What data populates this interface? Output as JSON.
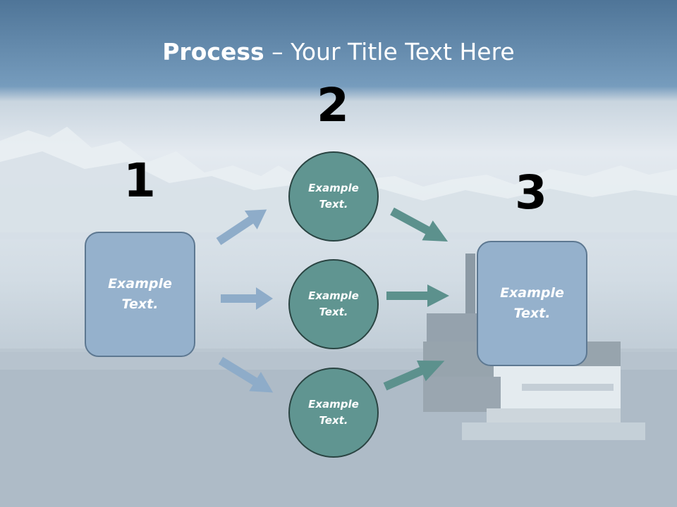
{
  "slide": {
    "title_strong": "Process",
    "title_rest": " – Your Title Text Here"
  },
  "steps": {
    "num1": "1",
    "num2": "2",
    "num3": "3"
  },
  "input_box": {
    "label": "Example\nText."
  },
  "circles": [
    {
      "label": "Example\nText."
    },
    {
      "label": "Example\nText."
    },
    {
      "label": "Example\nText."
    }
  ],
  "output_box": {
    "label": "Example\nText."
  },
  "colors": {
    "box_fill": "#95b1cc",
    "circle_fill": "#609591",
    "arrow_blue": "#8eacc9",
    "arrow_teal": "#5c918d",
    "title_band": "#5e84a8"
  }
}
